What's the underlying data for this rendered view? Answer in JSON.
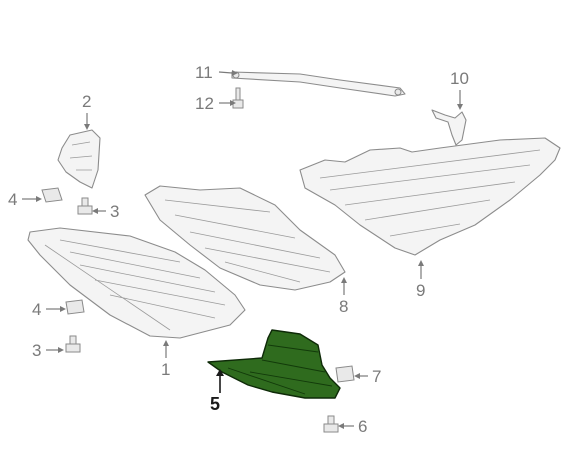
{
  "callouts": [
    {
      "id": "c1",
      "label": "1"
    },
    {
      "id": "c2",
      "label": "2"
    },
    {
      "id": "c3a",
      "label": "3"
    },
    {
      "id": "c3b",
      "label": "3"
    },
    {
      "id": "c4a",
      "label": "4"
    },
    {
      "id": "c4b",
      "label": "4"
    },
    {
      "id": "c5",
      "label": "5"
    },
    {
      "id": "c6",
      "label": "6"
    },
    {
      "id": "c7",
      "label": "7"
    },
    {
      "id": "c8",
      "label": "8"
    },
    {
      "id": "c9",
      "label": "9"
    },
    {
      "id": "c10",
      "label": "10"
    },
    {
      "id": "c11",
      "label": "11"
    },
    {
      "id": "c12",
      "label": "12"
    }
  ],
  "colors": {
    "highlight_part": "#2f6b1e",
    "highlight_stroke": "#0e2a08",
    "line_gray": "#8c8c8c",
    "background": "#ffffff"
  }
}
